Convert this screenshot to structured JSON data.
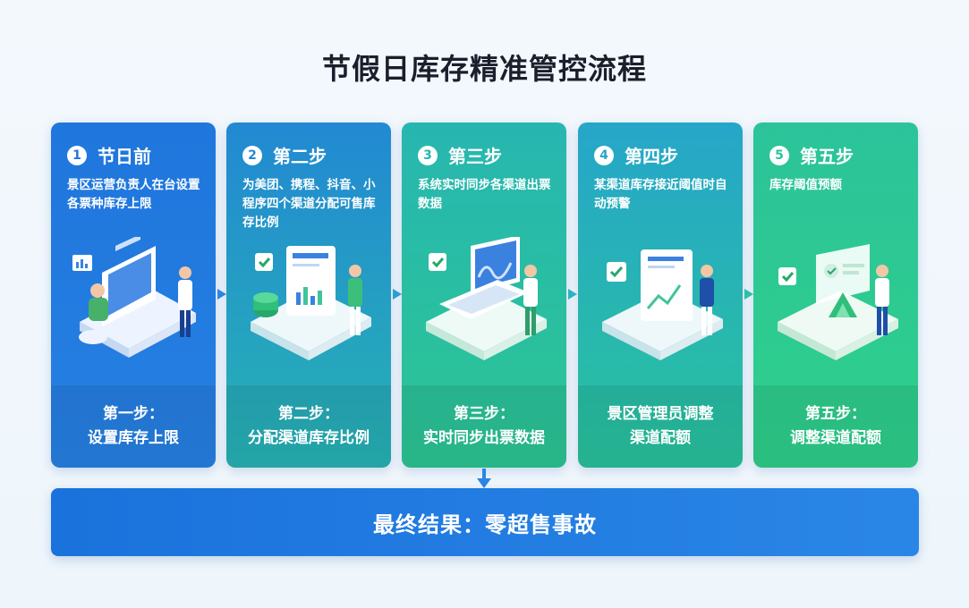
{
  "title": "节假日库存精准管控流程",
  "steps": [
    {
      "num": "1",
      "label": "节日前",
      "desc": "景区运营负责人在台设置各票种库存上限",
      "foot_line1": "第一步：",
      "foot_line2": "设置库存上限",
      "color_top": "#1f76dc",
      "color_bottom": "#2680e3"
    },
    {
      "num": "2",
      "label": "第二步",
      "desc": "为美团、携程、抖音、小程序四个渠道分配可售库存比例",
      "foot_line1": "第二步：",
      "foot_line2": "分配渠道库存比例",
      "color_top": "#2289d2",
      "color_bottom": "#27b3b4"
    },
    {
      "num": "3",
      "label": "第三步",
      "desc": "系统实时同步各渠道出票数据",
      "foot_line1": "第三步：",
      "foot_line2": "实时同步出票数据",
      "color_top": "#27b6b0",
      "color_bottom": "#2cc694"
    },
    {
      "num": "4",
      "label": "第四步",
      "desc": "某渠道库存接近阈值时自动预警",
      "foot_line1": "景区管理员调整",
      "foot_line2": "渠道配额",
      "color_top": "#26a6c9",
      "color_bottom": "#29c39c"
    },
    {
      "num": "5",
      "label": "第五步",
      "desc": "库存阈值预额",
      "foot_line1": "第五步：",
      "foot_line2": "调整渠道配额",
      "color_top": "#2cc39a",
      "color_bottom": "#2ed08a"
    }
  ],
  "result": "最终结果：零超售事故",
  "colors": {
    "arrow": "#2b86e3",
    "accent_blue": "#1a72dc"
  }
}
